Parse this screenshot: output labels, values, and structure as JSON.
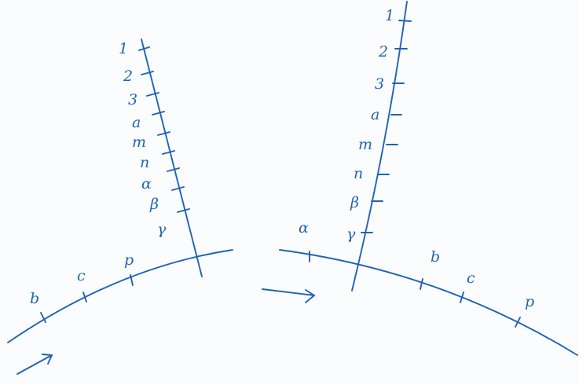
{
  "left_diagram": {
    "vertical_labels": [
      "1",
      "2",
      "3",
      "a",
      "m",
      "n",
      "α",
      "β",
      "γ"
    ],
    "curve_labels": [
      "b",
      "c",
      "p"
    ]
  },
  "transition_arrow": "right",
  "right_diagram": {
    "vertical_labels": [
      "1",
      "2",
      "3",
      "a",
      "m",
      "n",
      "β",
      "γ"
    ],
    "curve_labels": [
      "α",
      "b",
      "c",
      "p"
    ]
  },
  "ink_color": "#1f63b5"
}
